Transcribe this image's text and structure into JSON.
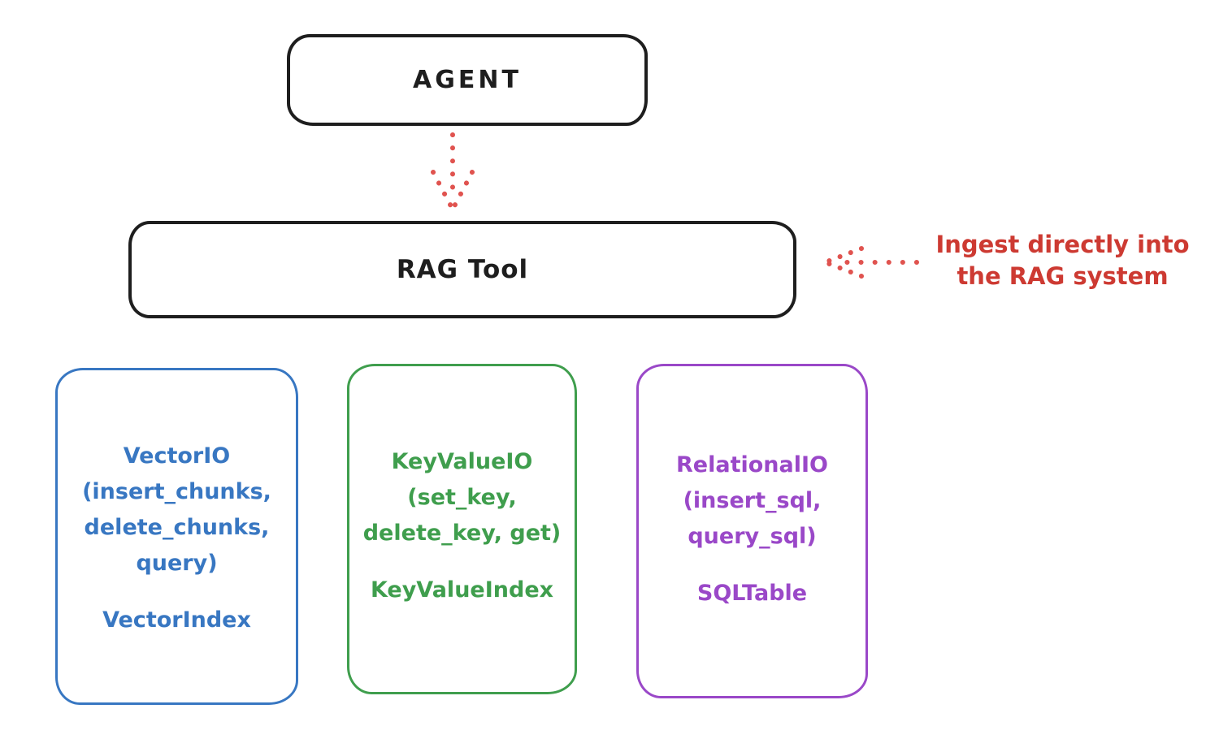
{
  "agent_box": {
    "label": "AGENT"
  },
  "rag_tool_box": {
    "label": "RAG Tool"
  },
  "ingest_annotation": {
    "line1": "Ingest directly into",
    "line2": "the RAG system"
  },
  "io_boxes": [
    {
      "id": "vector-io",
      "color": "#3877c2",
      "lines": [
        "VectorIO",
        "(insert_chunks,",
        "delete_chunks,",
        "query)"
      ],
      "index_label": "VectorIndex"
    },
    {
      "id": "keyvalue-io",
      "color": "#3f9e4d",
      "lines": [
        "KeyValueIO",
        "(set_key,",
        "delete_key, get)"
      ],
      "index_label": "KeyValueIndex"
    },
    {
      "id": "relational-io",
      "color": "#9a48c8",
      "lines": [
        "RelationalIO",
        "(insert_sql,",
        "query_sql)"
      ],
      "index_label": "SQLTable"
    }
  ],
  "colors": {
    "ink": "#1e1e1e",
    "arrow_red": "#e0534f",
    "annotation_red": "#cd3a32",
    "vector_blue": "#3877c2",
    "keyvalue_green": "#3f9e4d",
    "relational_purple": "#9a48c8"
  }
}
